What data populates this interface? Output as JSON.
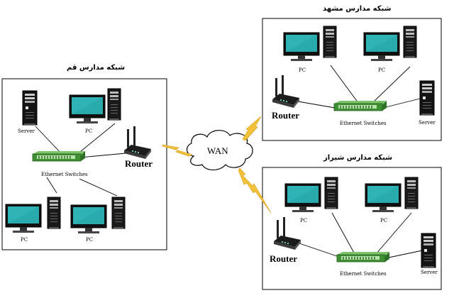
{
  "networks": [
    {
      "title": "شبکه مدارس قم",
      "pcs": [
        "PC",
        "PC",
        "PC"
      ],
      "server": "Server",
      "switch": "Ethernet Switches",
      "router": "Router"
    },
    {
      "title": "شبکه مدارس مشهد",
      "pcs": [
        "PC",
        "PC"
      ],
      "server": "Server",
      "switch": "Ethernet Switches",
      "router": "Router"
    },
    {
      "title": "شبکه مدارس شیراز",
      "pcs": [
        "PC",
        "PC"
      ],
      "server": "Server",
      "switch": "Ethernet Switches",
      "router": "Router"
    }
  ],
  "wan": "WAN",
  "colors": {
    "screen": "#2fb3b5",
    "switch": "#4a9a3a",
    "lightning": "#f2c13a",
    "device_dark": "#222222"
  }
}
